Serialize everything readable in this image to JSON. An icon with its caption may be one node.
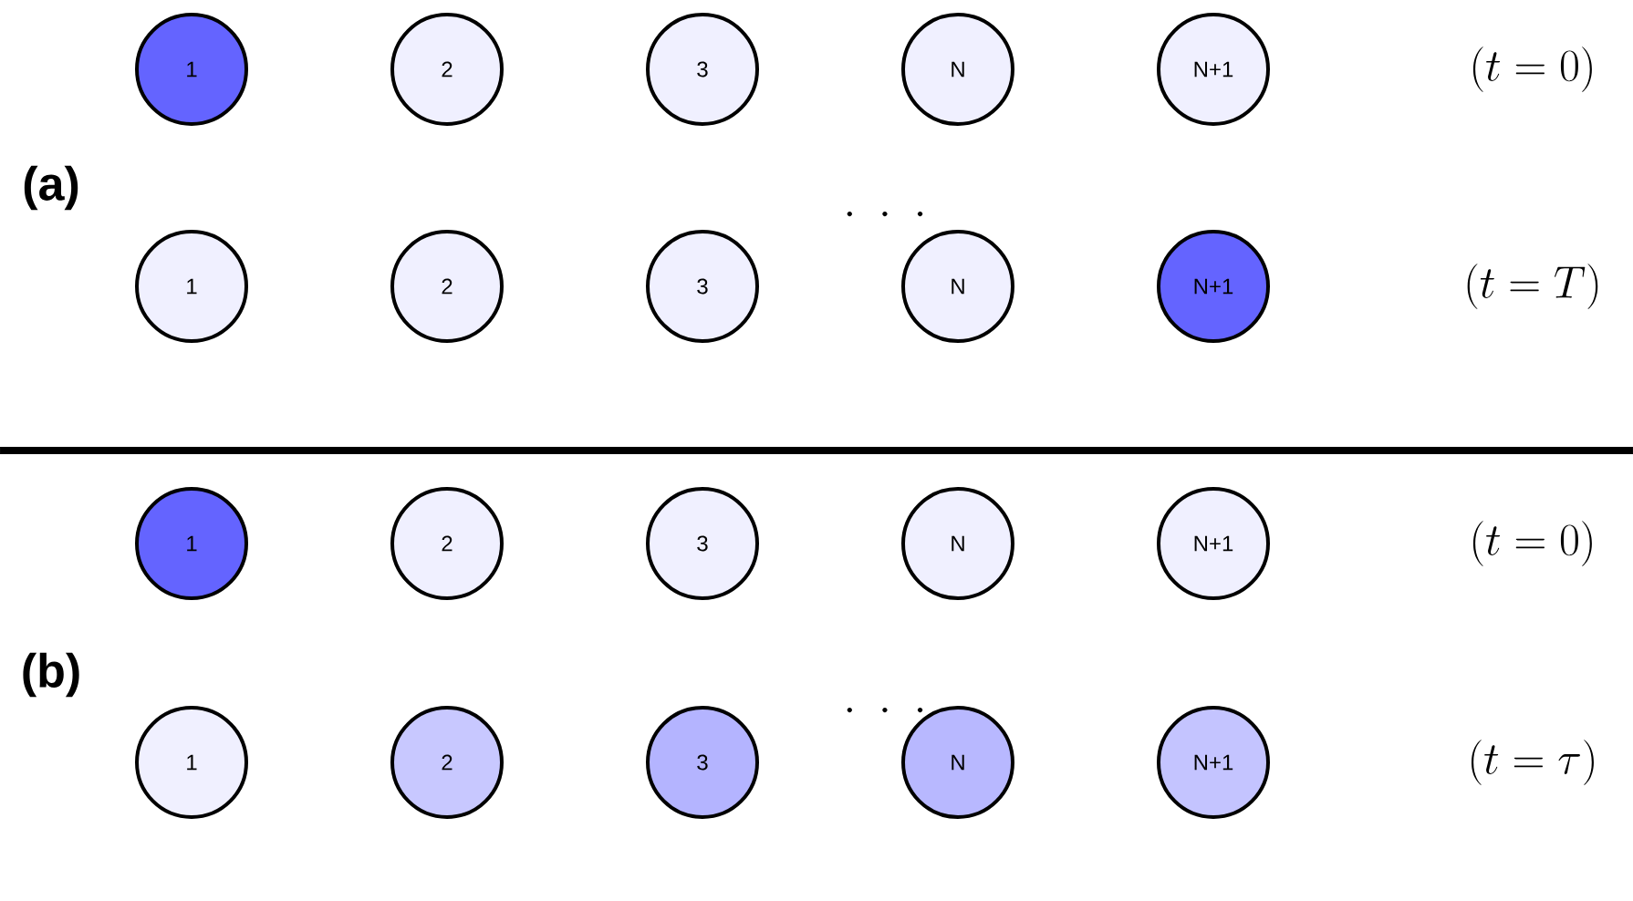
{
  "diagram": {
    "nodes": [
      {
        "text": [
          "1"
        ]
      },
      {
        "text": [
          "2"
        ]
      },
      {
        "text": [
          "3"
        ]
      },
      {
        "text": [
          "N"
        ]
      },
      {
        "text": [
          "N+1"
        ]
      },
      {
        "text": [
          "1"
        ]
      },
      {
        "text": [
          "2"
        ]
      },
      {
        "text": [
          "3"
        ]
      },
      {
        "text": [
          "N"
        ]
      },
      {
        "text": [
          "N+1"
        ]
      },
      {
        "text": [
          "1"
        ]
      },
      {
        "text": [
          "2"
        ]
      },
      {
        "text": [
          "3"
        ]
      },
      {
        "text": [
          "N"
        ]
      },
      {
        "text": [
          "N+1"
        ]
      },
      {
        "text": [
          "1"
        ]
      },
      {
        "text": [
          "2"
        ]
      },
      {
        "text": [
          "3"
        ]
      },
      {
        "text": [
          "N"
        ]
      },
      {
        "text": [
          "N+1"
        ]
      }
    ],
    "labels": [
      "(t = 0)",
      "(a)",
      "\\cdot\\;\\cdot\\;\\cdot",
      "(t = T)",
      "(t = 0)",
      "(b)",
      "\\cdot\\;\\cdot\\;\\cdot",
      "(t = \\tau)"
    ]
  }
}
